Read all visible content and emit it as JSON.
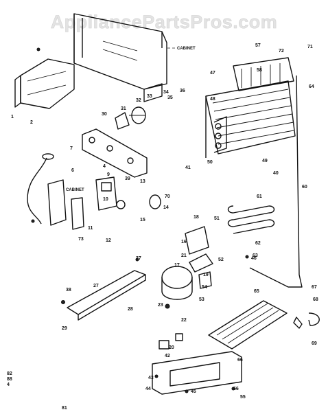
{
  "watermark": "AppliancePartsPros.com",
  "labels": {
    "cabinet_top": "CABINET",
    "cabinet_left": "CABINET"
  },
  "callouts": [
    "1",
    "2",
    "7",
    "4",
    "6",
    "9",
    "10",
    "11",
    "12",
    "13",
    "14",
    "15",
    "16",
    "17",
    "18",
    "19",
    "20",
    "21",
    "22",
    "23",
    "27",
    "28",
    "29",
    "30",
    "31",
    "32",
    "33",
    "34",
    "35",
    "36",
    "37",
    "38",
    "39",
    "40",
    "41",
    "42",
    "43",
    "44",
    "45",
    "46",
    "47",
    "48",
    "49",
    "50",
    "51",
    "52",
    "53",
    "54",
    "55",
    "56",
    "57",
    "58",
    "60",
    "61",
    "62",
    "63",
    "64",
    "65",
    "66",
    "67",
    "68",
    "69",
    "70",
    "71",
    "72",
    "73",
    "81",
    "82",
    "88",
    "4"
  ]
}
